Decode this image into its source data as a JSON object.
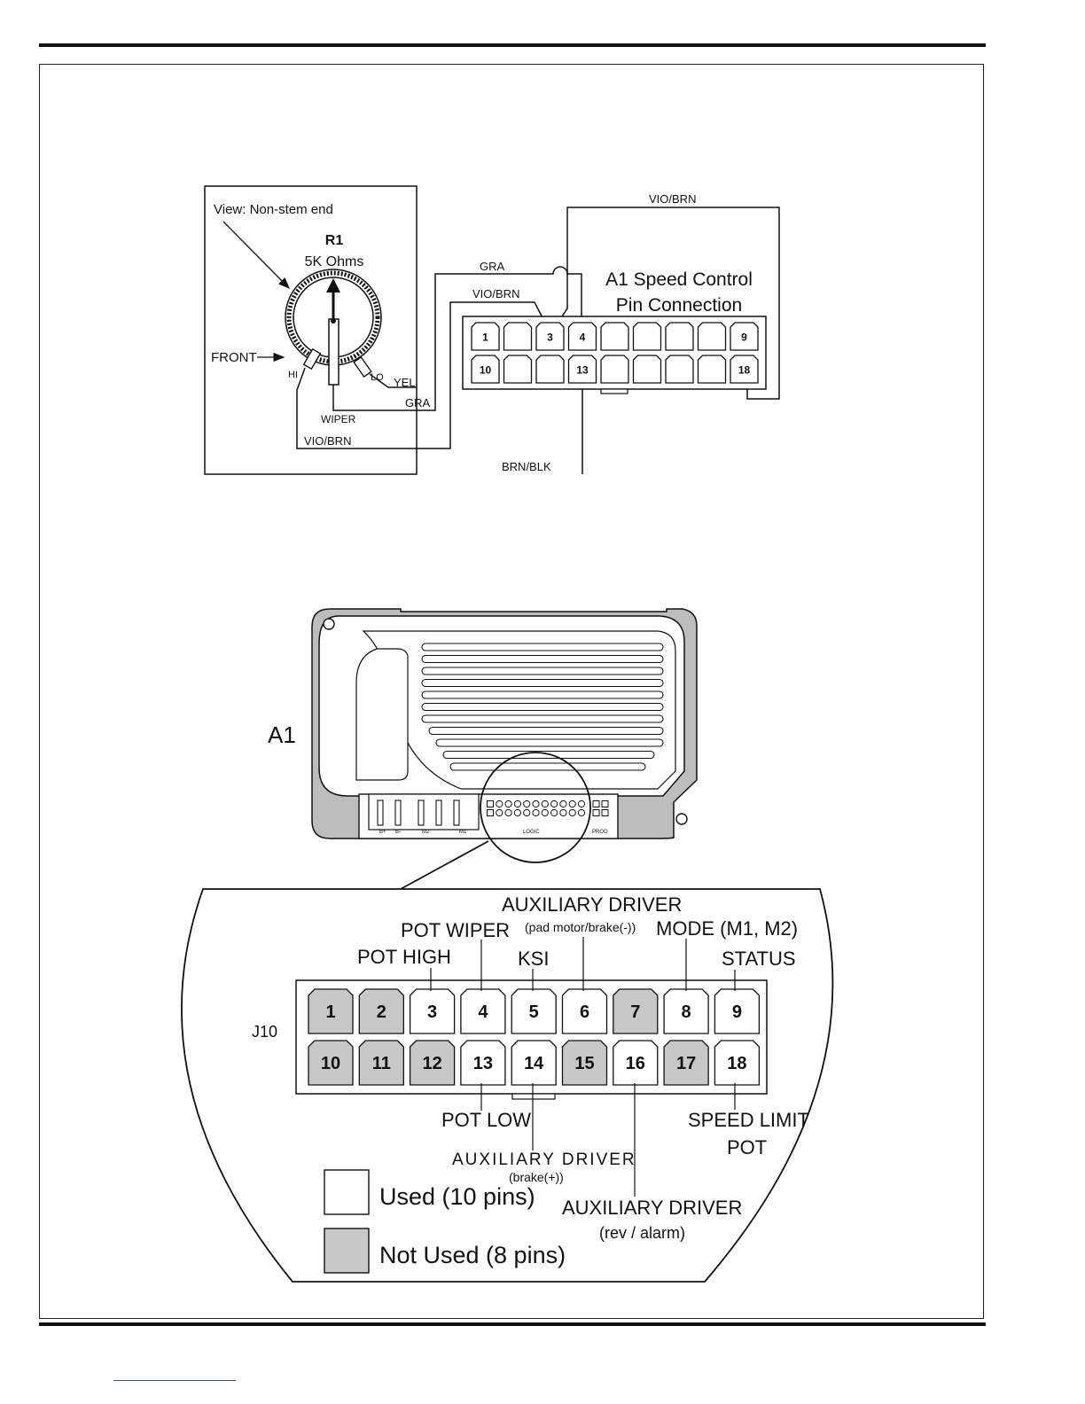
{
  "wiring": {
    "view_label": "View: Non-stem end",
    "r1_name": "R1",
    "r1_value": "5K Ohms",
    "front_label": "FRONT",
    "hi_label": "HI",
    "lo_label": "LO",
    "wiper_label": "WIPER",
    "wires": {
      "yel": "YEL",
      "gra_lower": "GRA",
      "gra_upper": "GRA",
      "vio_brn_bottom": "VIO/BRN",
      "vio_brn_mid": "VIO/BRN",
      "vio_brn_top": "VIO/BRN",
      "brn_blk": "BRN/BLK"
    },
    "connector_title_line1": "A1 Speed Control",
    "connector_title_line2": "Pin Connection",
    "top_pins": [
      "1",
      "",
      "3",
      "4",
      "",
      "",
      "",
      "",
      "9"
    ],
    "bottom_pins": [
      "10",
      "",
      "",
      "13",
      "",
      "",
      "",
      "",
      "18"
    ]
  },
  "controller": {
    "label": "A1",
    "terminal_labels": [
      "B+",
      "B-",
      "M2",
      "M1"
    ],
    "logic_label": "LOGIC",
    "prog_label": "PROG"
  },
  "pinout": {
    "connector_label": "J10",
    "top_row": [
      {
        "num": "1",
        "used": false
      },
      {
        "num": "2",
        "used": false
      },
      {
        "num": "3",
        "used": true
      },
      {
        "num": "4",
        "used": true
      },
      {
        "num": "5",
        "used": true
      },
      {
        "num": "6",
        "used": true
      },
      {
        "num": "7",
        "used": false
      },
      {
        "num": "8",
        "used": true
      },
      {
        "num": "9",
        "used": true
      }
    ],
    "bottom_row": [
      {
        "num": "10",
        "used": false
      },
      {
        "num": "11",
        "used": false
      },
      {
        "num": "12",
        "used": false
      },
      {
        "num": "13",
        "used": true
      },
      {
        "num": "14",
        "used": true
      },
      {
        "num": "15",
        "used": false
      },
      {
        "num": "16",
        "used": true
      },
      {
        "num": "17",
        "used": false
      },
      {
        "num": "18",
        "used": true
      }
    ],
    "callouts": {
      "pot_high": "POT HIGH",
      "pot_wiper": "POT WIPER",
      "ksi": "KSI",
      "aux_driver_top": "AUXILIARY DRIVER",
      "aux_driver_top_sub": "(pad motor/brake(-))",
      "mode": "MODE (M1, M2)",
      "status": "STATUS",
      "pot_low": "POT LOW",
      "aux_driver_14": "AUXILIARY DRIVER",
      "aux_driver_14_sub": "(brake(+))",
      "aux_driver_16": "AUXILIARY DRIVER",
      "aux_driver_16_sub": "(rev / alarm)",
      "speed_limit_line1": "SPEED LIMIT",
      "speed_limit_line2": "POT"
    },
    "legend": {
      "used": "Used (10 pins)",
      "not_used": "Not Used (8 pins)"
    }
  },
  "colors": {
    "line": "#111111",
    "unused_fill": "#c8c8c8",
    "used_fill": "#ffffff",
    "link": "#2a3bd6"
  }
}
